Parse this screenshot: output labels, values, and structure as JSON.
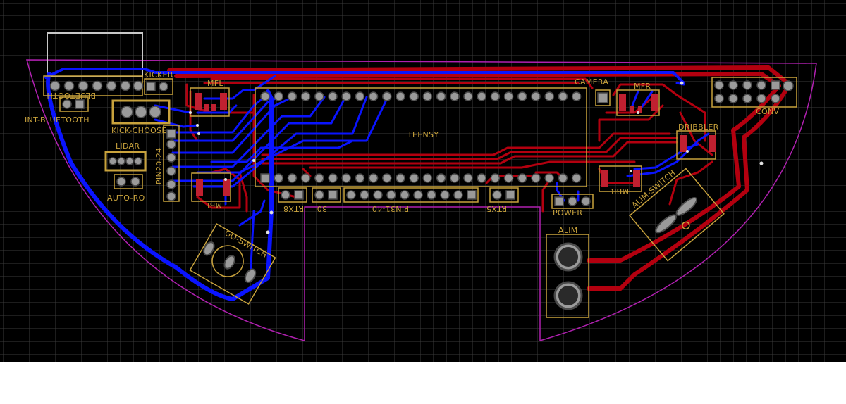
{
  "colors": {
    "background": "#000000",
    "grid": "#3a3a3a",
    "outline": "#b020b0",
    "top_copper": "#0a14ff",
    "bottom_copper": "#b3000f",
    "silk": "#c8a23c",
    "pad": "#bfbfbf",
    "label": "#c8a23c"
  },
  "labels": {
    "bluetooth": "BLUETOOTH",
    "int_bluetooth": "INT-BLUETOOTH",
    "kicker": "KICKER",
    "kick_choose": "KICK-CHOOSE",
    "lidar": "LIDAR",
    "auto_ro": "AUTO-RO",
    "pin20_24": "PIN20-24",
    "mfl": "MFL",
    "mbl": "MBL",
    "go_switch": "GO-SWITCH",
    "teensy": "TEENSY",
    "camera": "CAMERA",
    "mfr": "MFR",
    "conv": "CONV",
    "dribbler": "DRIBBLER",
    "mbr": "MBR",
    "alim_switch": "ALIM-SWITCH",
    "rtx8": "RTX8",
    "p30": "30",
    "pin31_40": "PIN31-40",
    "rtx5": "RTX5",
    "power": "POWER",
    "alim": "ALIM"
  }
}
